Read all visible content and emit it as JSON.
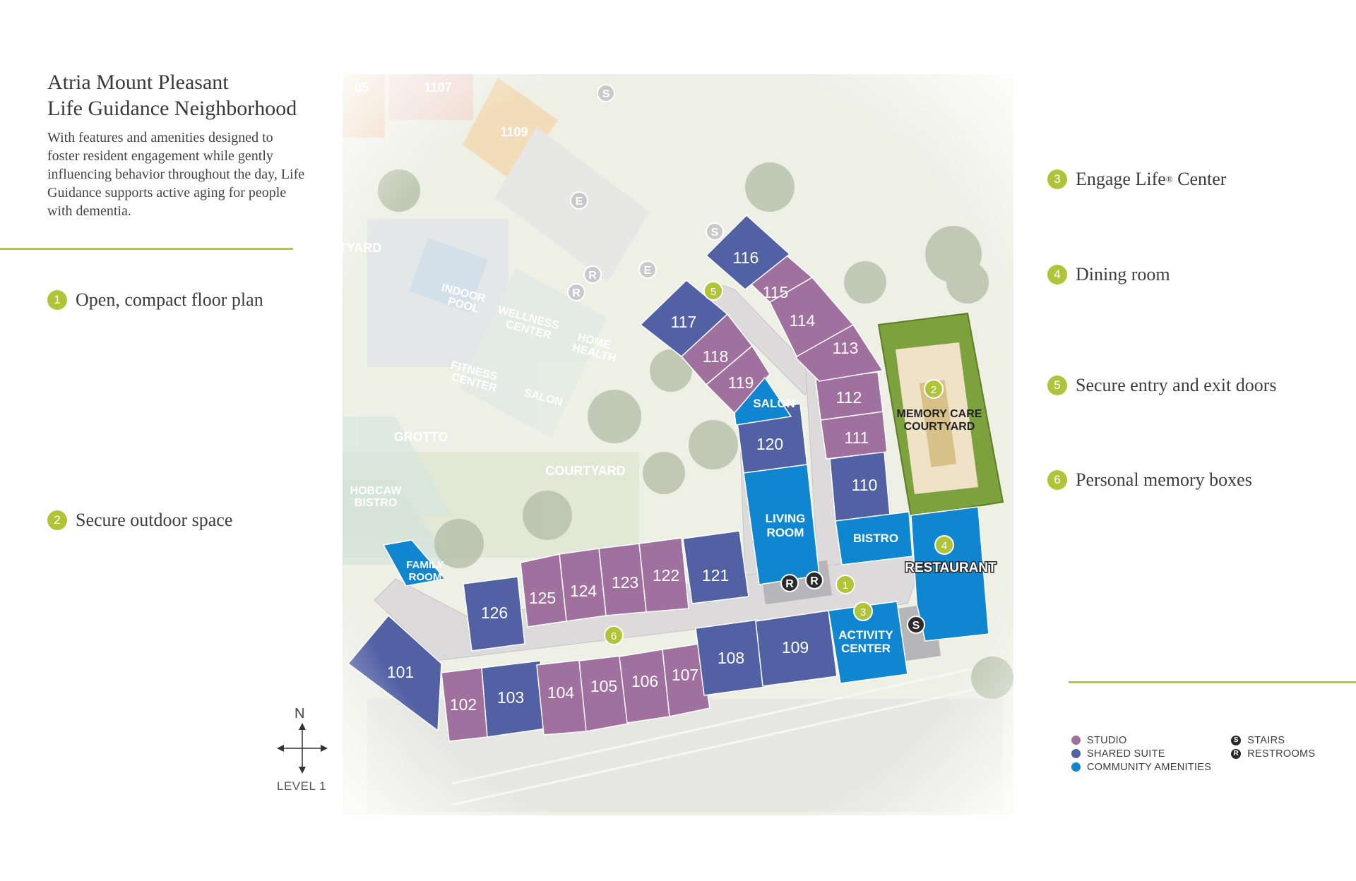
{
  "header": {
    "title_line1": "Atria Mount Pleasant",
    "title_line2": "Life Guidance Neighborhood",
    "description": "With features and amenities designed to foster resident engagement while gently influencing behavior throughout the day, Life Guidance supports active aging for people with dementia."
  },
  "features": [
    {
      "number": "1",
      "label": "Open, compact floor plan"
    },
    {
      "number": "2",
      "label": "Secure outdoor space"
    },
    {
      "number": "3",
      "label": "Engage Life",
      "mark": "®",
      "suffix": " Center"
    },
    {
      "number": "4",
      "label": "Dining room"
    },
    {
      "number": "5",
      "label": "Secure entry and exit doors"
    },
    {
      "number": "6",
      "label": "Personal memory boxes"
    }
  ],
  "colors": {
    "studio": "#a0709e",
    "shared_suite": "#5260a4",
    "community": "#0f86cf",
    "courtyard_green": "#7da23d",
    "accent_green": "#b0c43a",
    "corridor": "#dcdadb"
  },
  "legend": {
    "studio": "STUDIO",
    "shared_suite": "SHARED SUITE",
    "community_amenities": "COMMUNITY AMENITIES",
    "stairs": "STAIRS",
    "restrooms": "RESTROOMS",
    "stairs_symbol": "S",
    "restroom_symbol": "R"
  },
  "compass": {
    "north": "N",
    "level": "LEVEL 1"
  },
  "map": {
    "rooms": [
      {
        "id": "101",
        "type": "shared"
      },
      {
        "id": "102",
        "type": "studio"
      },
      {
        "id": "103",
        "type": "shared"
      },
      {
        "id": "104",
        "type": "studio"
      },
      {
        "id": "105",
        "type": "studio"
      },
      {
        "id": "106",
        "type": "studio"
      },
      {
        "id": "107",
        "type": "studio"
      },
      {
        "id": "108",
        "type": "shared"
      },
      {
        "id": "109",
        "type": "shared"
      },
      {
        "id": "110",
        "type": "shared"
      },
      {
        "id": "111",
        "type": "studio"
      },
      {
        "id": "112",
        "type": "studio"
      },
      {
        "id": "113",
        "type": "studio"
      },
      {
        "id": "114",
        "type": "studio"
      },
      {
        "id": "115",
        "type": "studio"
      },
      {
        "id": "116",
        "type": "shared"
      },
      {
        "id": "117",
        "type": "shared"
      },
      {
        "id": "118",
        "type": "studio"
      },
      {
        "id": "119",
        "type": "studio"
      },
      {
        "id": "120",
        "type": "shared"
      },
      {
        "id": "121",
        "type": "shared"
      },
      {
        "id": "122",
        "type": "studio"
      },
      {
        "id": "123",
        "type": "studio"
      },
      {
        "id": "124",
        "type": "studio"
      },
      {
        "id": "125",
        "type": "studio"
      },
      {
        "id": "126",
        "type": "shared"
      }
    ],
    "amenities": {
      "salon": "SALON",
      "living_room_1": "LIVING",
      "living_room_2": "ROOM",
      "bistro": "BISTRO",
      "restaurant": "RESTAURANT",
      "activity_1": "ACTIVITY",
      "activity_2": "CENTER",
      "family_1": "FAMILY",
      "family_2": "ROOM",
      "courtyard_1": "MEMORY CARE",
      "courtyard_2": "COURTYARD"
    },
    "background_labels": {
      "b1107": "1107",
      "b1109": "1109",
      "yard": "TYARD",
      "indoor_pool_1": "INDOOR",
      "indoor_pool_2": "POOL",
      "wellness_1": "WELLNESS",
      "wellness_2": "CENTER",
      "home_health_1": "HOME",
      "home_health_2": "HEALTH",
      "fitness_1": "FITNESS",
      "fitness_2": "CENTER",
      "bg_salon": "SALON",
      "grotto": "GROTTO",
      "bg_courtyard": "COURTYARD",
      "bistro_1": "HOBCAW",
      "bistro_2": "BISTRO",
      "b05": "05",
      "elevator": "E",
      "stairs": "S",
      "restroom": "R"
    }
  }
}
